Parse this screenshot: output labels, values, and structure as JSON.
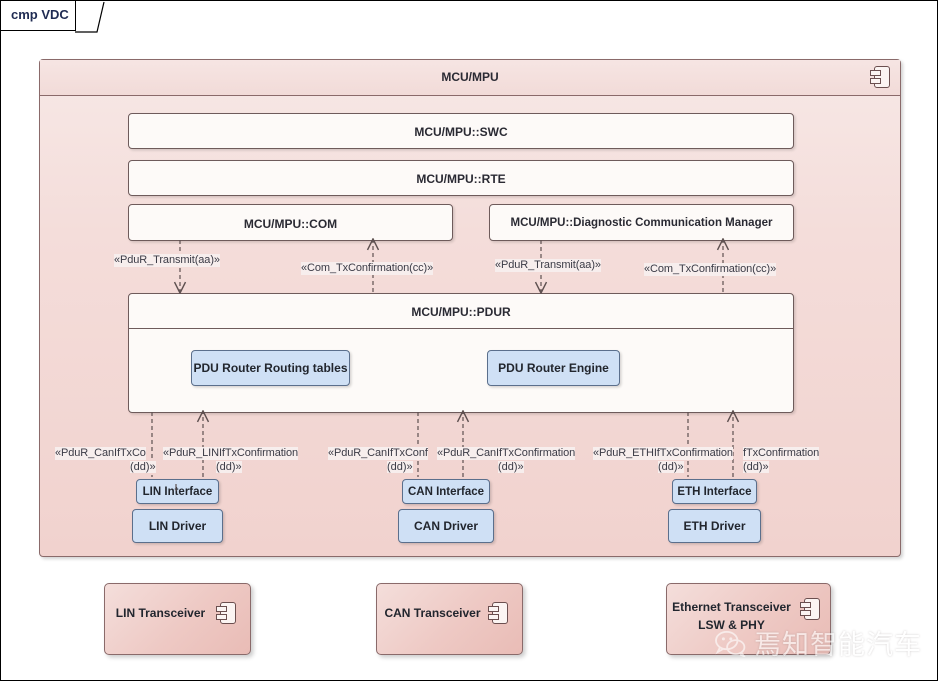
{
  "diagram": {
    "frame_label": "cmp VDC",
    "root": {
      "title": "MCU/MPU",
      "icon": "component-icon"
    },
    "layers": [
      {
        "id": "swc",
        "label": "MCU/MPU::SWC"
      },
      {
        "id": "rte",
        "label": "MCU/MPU::RTE"
      },
      {
        "id": "com",
        "label": "MCU/MPU::COM"
      },
      {
        "id": "dcm",
        "label": "MCU/MPU::Diagnostic Communication Manager"
      },
      {
        "id": "pdur",
        "label": "MCU/MPU::PDUR"
      }
    ],
    "pdur_children": [
      {
        "id": "routing-tables",
        "label": "PDU Router Routing tables"
      },
      {
        "id": "router-engine",
        "label": "PDU Router Engine"
      }
    ],
    "bus_stacks": [
      {
        "interface": "LIN Interface",
        "driver": "LIN Driver"
      },
      {
        "interface": "CAN Interface",
        "driver": "CAN Driver"
      },
      {
        "interface": "ETH Interface",
        "driver": "ETH Driver"
      }
    ],
    "upper_connectors": [
      {
        "id": "com-transmit",
        "stereotype": "«PduR_Transmit(aa)»"
      },
      {
        "id": "com-txconf",
        "stereotype": "«Com_TxConfirmation(cc)»"
      },
      {
        "id": "dcm-transmit",
        "stereotype": "«PduR_Transmit(aa)»"
      },
      {
        "id": "dcm-txconf",
        "stereotype": "«Com_TxConfirmation(cc)»"
      }
    ],
    "lower_connectors": [
      {
        "id": "lin-canif",
        "line1": "«PduR_CanIfTxCo",
        "line2": "(dd)»"
      },
      {
        "id": "lin-linif",
        "line1": "«PduR_LINIfTxConfirmation",
        "line2": "(dd)»"
      },
      {
        "id": "can-canif1",
        "line1": "«PduR_CanIfTxConf",
        "line2": "(dd)»"
      },
      {
        "id": "can-canif2",
        "line1": "«PduR_CanIfTxConfirmation",
        "line2": "(dd)»"
      },
      {
        "id": "eth-ethif1",
        "line1": "«PduR_ETHIfTxConfirmation",
        "line2": "(dd)»"
      },
      {
        "id": "eth-ethif2",
        "line1": "fTxConfirmation",
        "line2": "(dd)»"
      }
    ],
    "transceivers": [
      {
        "id": "lin-transceiver",
        "label": "LIN Transceiver",
        "sublabel": ""
      },
      {
        "id": "can-transceiver",
        "label": "CAN Transceiver",
        "sublabel": ""
      },
      {
        "id": "eth-transceiver",
        "label": "Ethernet Transceiver",
        "sublabel": "LSW & PHY"
      }
    ],
    "watermark": {
      "text": "焉知智能汽车",
      "icon": "wechat-icon"
    },
    "colors": {
      "component_fill": "#f1d2ce",
      "layer_fill": "#fdfaf8",
      "sub_component_fill": "#cfe0f5",
      "border": "#8a6a6a",
      "title_text": "#1f2b52"
    }
  }
}
